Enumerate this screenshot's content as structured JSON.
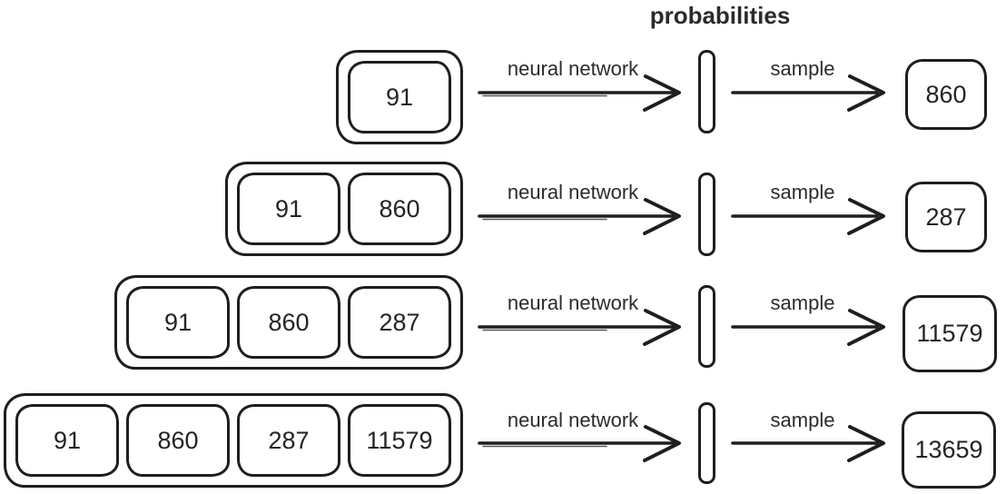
{
  "title": "probabilities",
  "labels": {
    "neural_network": "neural network",
    "sample": "sample"
  },
  "rows": [
    {
      "context_tokens": [
        "91"
      ],
      "output_token": "860"
    },
    {
      "context_tokens": [
        "91",
        "860"
      ],
      "output_token": "287"
    },
    {
      "context_tokens": [
        "91",
        "860",
        "287"
      ],
      "output_token": "11579"
    },
    {
      "context_tokens": [
        "91",
        "860",
        "287",
        "11579"
      ],
      "output_token": "13659"
    }
  ],
  "colors": {
    "stroke": "#1e1e1e",
    "text": "#2b2b2b",
    "background": "#ffffff"
  }
}
